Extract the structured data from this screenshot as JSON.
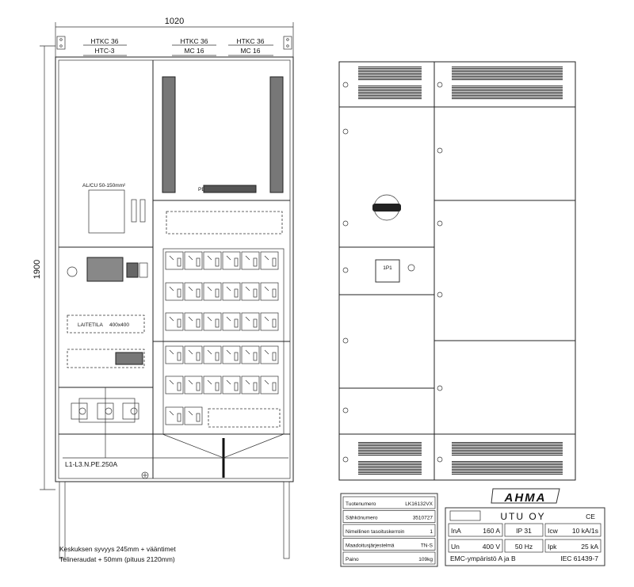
{
  "dimensions": {
    "width": "1020",
    "height": "1900"
  },
  "top_labels": [
    {
      "top": "HTKC 36",
      "bottom": "HTC-3"
    },
    {
      "top": "HTKC 36",
      "bottom": "MC 16"
    },
    {
      "top": "HTKC 36",
      "bottom": "MC 16"
    }
  ],
  "left_panel": {
    "cable_label": "AL/CU 50-150mm²",
    "pe_label": "PE",
    "device_space": "LAITETILA",
    "device_space_size": "400x400",
    "busbar_label": "L1-L3.N.PE.250A"
  },
  "front_view": {
    "meter_label": "1P1"
  },
  "notes": [
    "Keskuksen syvyys 245mm + vääntimet",
    "Telineraudat + 50mm (pituus 2120mm)"
  ],
  "info_table": [
    {
      "label": "Tuotenumero",
      "value": "LK16132VX"
    },
    {
      "label": "Sähkönumero",
      "value": "3510727"
    },
    {
      "label": "Nimellinen tasoituskerroin",
      "value": "1"
    },
    {
      "label": "Maadoitusjärjestelmä",
      "value": "TN-S"
    },
    {
      "label": "Paino",
      "value": "109kg"
    }
  ],
  "nameplate": {
    "brand": "AHMA",
    "company": "UTU OY",
    "marks": "CE",
    "row1": [
      {
        "label": "InA",
        "value": "160 A"
      },
      {
        "label": "",
        "value": "IP 31"
      },
      {
        "label": "Icw",
        "value": "10 kA/1s"
      }
    ],
    "row2": [
      {
        "label": "Un",
        "value": "400 V"
      },
      {
        "label": "",
        "value": "50 Hz"
      },
      {
        "label": "Ipk",
        "value": "25 kA"
      }
    ],
    "emc": "EMC-ympäristö  A ja B",
    "standard": "IEC 61439-7"
  }
}
